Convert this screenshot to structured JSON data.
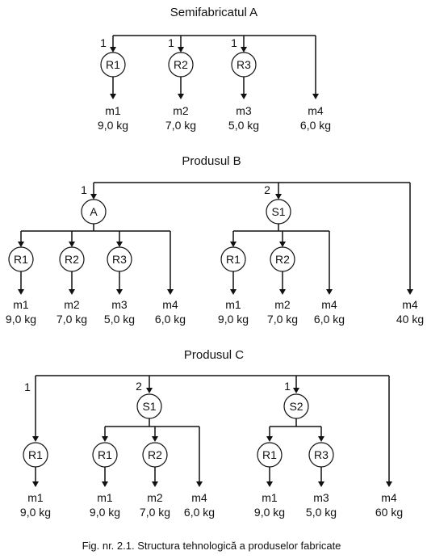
{
  "diagrams": [
    {
      "id": "a",
      "title": "Semifabricatul A",
      "root_qty": [
        "1",
        "1",
        "1"
      ],
      "nodes": [
        {
          "id": "a-r1",
          "label": "R1"
        },
        {
          "id": "a-r2",
          "label": "R2"
        },
        {
          "id": "a-r3",
          "label": "R3"
        }
      ],
      "leaves": [
        {
          "material": "m1",
          "weight": "9,0 kg"
        },
        {
          "material": "m2",
          "weight": "7,0 kg"
        },
        {
          "material": "m3",
          "weight": "5,0 kg"
        },
        {
          "material": "m4",
          "weight": "6,0 kg"
        }
      ]
    },
    {
      "id": "b",
      "title": "Produsul B",
      "root_qty": [
        "1",
        "2"
      ],
      "nodes": [
        {
          "id": "b-a",
          "label": "A"
        },
        {
          "id": "b-s1",
          "label": "S1"
        },
        {
          "id": "b-a-r1",
          "label": "R1"
        },
        {
          "id": "b-a-r2",
          "label": "R2"
        },
        {
          "id": "b-a-r3",
          "label": "R3"
        },
        {
          "id": "b-s1-r1",
          "label": "R1"
        },
        {
          "id": "b-s1-r2",
          "label": "R2"
        }
      ],
      "leaves": [
        {
          "material": "m1",
          "weight": "9,0 kg"
        },
        {
          "material": "m2",
          "weight": "7,0 kg"
        },
        {
          "material": "m3",
          "weight": "5,0 kg"
        },
        {
          "material": "m4",
          "weight": "6,0 kg"
        },
        {
          "material": "m1",
          "weight": "9,0 kg"
        },
        {
          "material": "m2",
          "weight": "7,0 kg"
        },
        {
          "material": "m4",
          "weight": "6,0 kg"
        },
        {
          "material": "m4",
          "weight": "40 kg"
        }
      ]
    },
    {
      "id": "c",
      "title": "Produsul C",
      "root_qty": [
        "1",
        "2",
        "1"
      ],
      "nodes": [
        {
          "id": "c-r1",
          "label": "R1"
        },
        {
          "id": "c-s1",
          "label": "S1"
        },
        {
          "id": "c-s2",
          "label": "S2"
        },
        {
          "id": "c-s1-r1",
          "label": "R1"
        },
        {
          "id": "c-s1-r2",
          "label": "R2"
        },
        {
          "id": "c-s2-r1",
          "label": "R1"
        },
        {
          "id": "c-s2-r3",
          "label": "R3"
        }
      ],
      "leaves": [
        {
          "material": "m1",
          "weight": "9,0 kg"
        },
        {
          "material": "m1",
          "weight": "9,0 kg"
        },
        {
          "material": "m2",
          "weight": "7,0 kg"
        },
        {
          "material": "m4",
          "weight": "6,0 kg"
        },
        {
          "material": "m1",
          "weight": "9,0 kg"
        },
        {
          "material": "m3",
          "weight": "5,0 kg"
        },
        {
          "material": "m4",
          "weight": "60 kg"
        }
      ]
    }
  ],
  "caption": "Fig. nr. 2.1. Structura tehnologică a produselor fabricate"
}
